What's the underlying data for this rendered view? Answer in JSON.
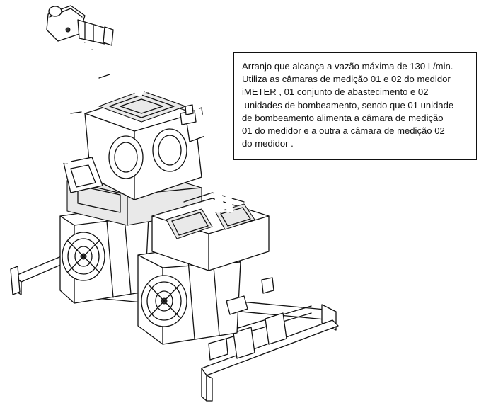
{
  "annotation": {
    "lines": [
      "Arranjo que alcança a vazão máxima de 130 L/min.",
      "Utiliza as câmaras de medição 01 e 02 do medidor",
      "iMETER , 01 conjunto de abastecimento e 02",
      " unidades de bombeamento, sendo que 01 unidade",
      "de bombeamento alimenta a câmara de medição",
      "01 do medidor e a outra a câmara de medição 02",
      "do medidor ."
    ]
  }
}
